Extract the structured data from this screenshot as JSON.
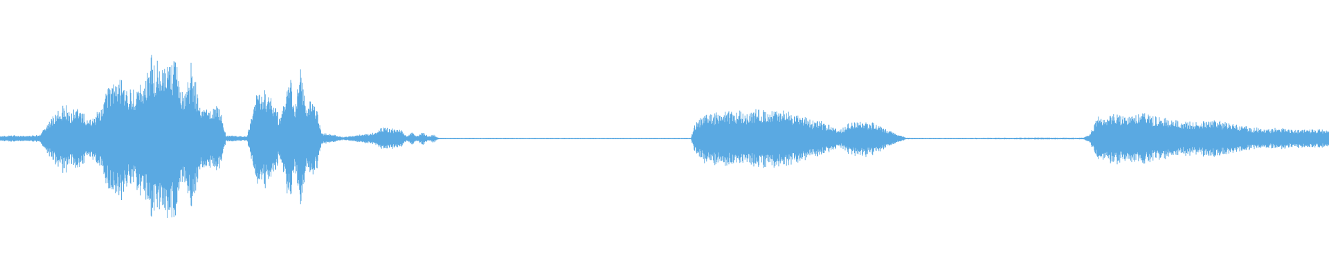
{
  "waveform": {
    "color": "#5aa9e2",
    "max_amplitude": 1.0,
    "envelope": [
      [
        0.0,
        0.03
      ],
      [
        0.01,
        0.04
      ],
      [
        0.02,
        0.03
      ],
      [
        0.03,
        0.05
      ],
      [
        0.036,
        0.2
      ],
      [
        0.042,
        0.32
      ],
      [
        0.048,
        0.45
      ],
      [
        0.054,
        0.34
      ],
      [
        0.06,
        0.4
      ],
      [
        0.066,
        0.22
      ],
      [
        0.072,
        0.28
      ],
      [
        0.078,
        0.48
      ],
      [
        0.084,
        0.7
      ],
      [
        0.09,
        0.76
      ],
      [
        0.096,
        0.6
      ],
      [
        0.102,
        0.58
      ],
      [
        0.108,
        0.72
      ],
      [
        0.114,
        0.98
      ],
      [
        0.12,
        0.9
      ],
      [
        0.126,
        1.0
      ],
      [
        0.132,
        0.95
      ],
      [
        0.138,
        0.55
      ],
      [
        0.144,
        0.93
      ],
      [
        0.15,
        0.45
      ],
      [
        0.156,
        0.35
      ],
      [
        0.162,
        0.4
      ],
      [
        0.166,
        0.35
      ],
      [
        0.17,
        0.04
      ],
      [
        0.18,
        0.03
      ],
      [
        0.186,
        0.03
      ],
      [
        0.192,
        0.55
      ],
      [
        0.198,
        0.62
      ],
      [
        0.204,
        0.55
      ],
      [
        0.21,
        0.28
      ],
      [
        0.214,
        0.45
      ],
      [
        0.218,
        0.88
      ],
      [
        0.222,
        0.4
      ],
      [
        0.226,
        0.88
      ],
      [
        0.23,
        0.4
      ],
      [
        0.234,
        0.55
      ],
      [
        0.238,
        0.4
      ],
      [
        0.242,
        0.07
      ],
      [
        0.25,
        0.05
      ],
      [
        0.258,
        0.02
      ],
      [
        0.264,
        0.03
      ],
      [
        0.272,
        0.05
      ],
      [
        0.28,
        0.07
      ],
      [
        0.288,
        0.13
      ],
      [
        0.296,
        0.12
      ],
      [
        0.302,
        0.1
      ],
      [
        0.306,
        0.03
      ],
      [
        0.31,
        0.08
      ],
      [
        0.314,
        0.03
      ],
      [
        0.318,
        0.08
      ],
      [
        0.322,
        0.03
      ],
      [
        0.326,
        0.05
      ],
      [
        0.33,
        0.01
      ],
      [
        0.34,
        0.008
      ],
      [
        0.4,
        0.008
      ],
      [
        0.5,
        0.008
      ],
      [
        0.52,
        0.008
      ],
      [
        0.522,
        0.15
      ],
      [
        0.528,
        0.28
      ],
      [
        0.54,
        0.32
      ],
      [
        0.552,
        0.33
      ],
      [
        0.564,
        0.34
      ],
      [
        0.576,
        0.36
      ],
      [
        0.588,
        0.34
      ],
      [
        0.6,
        0.3
      ],
      [
        0.612,
        0.22
      ],
      [
        0.624,
        0.18
      ],
      [
        0.632,
        0.1
      ],
      [
        0.638,
        0.18
      ],
      [
        0.646,
        0.23
      ],
      [
        0.656,
        0.2
      ],
      [
        0.666,
        0.12
      ],
      [
        0.676,
        0.05
      ],
      [
        0.682,
        0.01
      ],
      [
        0.7,
        0.008
      ],
      [
        0.76,
        0.01
      ],
      [
        0.78,
        0.012
      ],
      [
        0.815,
        0.01
      ],
      [
        0.82,
        0.05
      ],
      [
        0.826,
        0.26
      ],
      [
        0.836,
        0.3
      ],
      [
        0.848,
        0.31
      ],
      [
        0.86,
        0.31
      ],
      [
        0.872,
        0.27
      ],
      [
        0.884,
        0.22
      ],
      [
        0.894,
        0.2
      ],
      [
        0.904,
        0.21
      ],
      [
        0.914,
        0.23
      ],
      [
        0.924,
        0.2
      ],
      [
        0.934,
        0.16
      ],
      [
        0.944,
        0.13
      ],
      [
        0.954,
        0.12
      ],
      [
        0.964,
        0.13
      ],
      [
        0.974,
        0.11
      ],
      [
        0.984,
        0.12
      ],
      [
        1.0,
        0.11
      ]
    ]
  }
}
